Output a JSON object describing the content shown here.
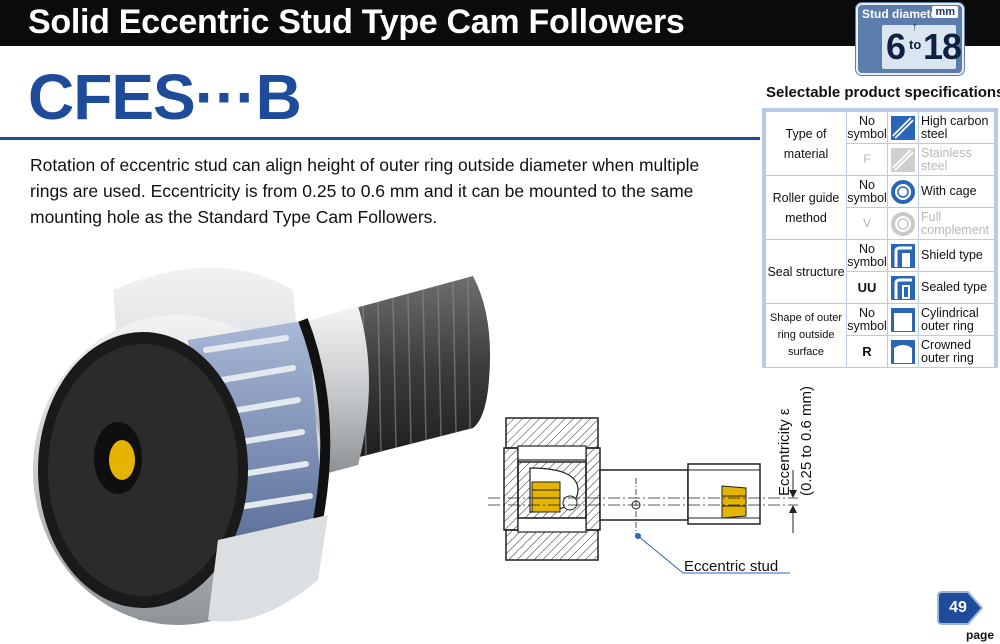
{
  "header": {
    "title": "Solid Eccentric Stud Type Cam Followers"
  },
  "badge": {
    "label": "Stud diameter",
    "unit": "mm",
    "min": "6",
    "to": "to",
    "max": "18"
  },
  "model": {
    "name": "CFES···B"
  },
  "description": "Rotation of eccentric stud can align height of outer ring outside diameter when multiple rings are used. Eccentricity is from 0.25 to 0.6 mm and it can be mounted to the same mounting hole as the Standard Type Cam Followers.",
  "specs": {
    "title": "Selectable product specifications",
    "groups": [
      {
        "label": "Type of material",
        "small": false,
        "rows": [
          {
            "code": "No symbol",
            "name": "High carbon steel",
            "icon": "steel-icon",
            "dim": false,
            "bold": false
          },
          {
            "code": "F",
            "name": "Stainless steel",
            "icon": "stainless-icon",
            "dim": true,
            "bold": false
          }
        ]
      },
      {
        "label": "Roller guide method",
        "small": false,
        "rows": [
          {
            "code": "No symbol",
            "name": "With cage",
            "icon": "cage-icon",
            "dim": false,
            "bold": false
          },
          {
            "code": "V",
            "name": "Full complement",
            "icon": "full-complement-icon",
            "dim": true,
            "bold": false
          }
        ]
      },
      {
        "label": "Seal structure",
        "small": false,
        "rows": [
          {
            "code": "No symbol",
            "name": "Shield type",
            "icon": "shield-icon",
            "dim": false,
            "bold": false
          },
          {
            "code": "UU",
            "name": "Sealed type",
            "icon": "seal-icon",
            "dim": false,
            "bold": true
          }
        ]
      },
      {
        "label": "Shape of outer ring outside surface",
        "small": true,
        "rows": [
          {
            "code": "No symbol",
            "name": "Cylindrical outer ring",
            "icon": "cylindrical-ring-icon",
            "dim": false,
            "bold": false
          },
          {
            "code": "R",
            "name": "Crowned outer ring",
            "icon": "crowned-ring-icon",
            "dim": false,
            "bold": true
          }
        ]
      }
    ]
  },
  "drawing": {
    "eccentricity_label": "Eccentricity ε",
    "eccentricity_range": "(0.25 to 0.6 mm)",
    "stud_label": "Eccentric stud"
  },
  "page": {
    "number": "49",
    "label": "page"
  },
  "colors": {
    "brand_blue": "#1e4b9a",
    "table_frame": "#b9cbe3",
    "icon_blue": "#2a66b8",
    "badge_blue": "#5c7dac"
  }
}
